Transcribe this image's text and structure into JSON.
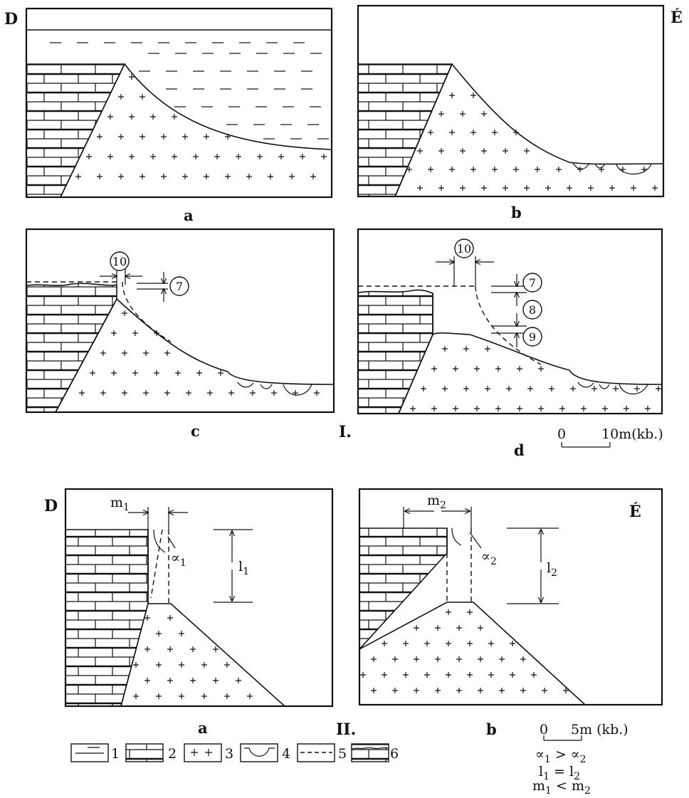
{
  "corners": {
    "top_left": "D",
    "top_right": "É",
    "bottom_left": "D",
    "bottom_right": "É"
  },
  "part_one": {
    "roman": "I.",
    "panels": [
      "a",
      "b",
      "c",
      "d"
    ],
    "callouts": [
      "10",
      "7",
      "10",
      "7",
      "8",
      "9"
    ],
    "scale": {
      "zero": "0",
      "max": "10m(kb.)"
    }
  },
  "part_two": {
    "roman": "II.",
    "panels": [
      "a",
      "b"
    ],
    "labels": {
      "m1": "m",
      "m1_sub": "1",
      "m2": "m",
      "m2_sub": "2",
      "l1": "l",
      "l1_sub": "1",
      "l2": "l",
      "l2_sub": "2",
      "alpha1": "∝",
      "alpha1_sub": "1",
      "alpha2": "∝",
      "alpha2_sub": "2"
    },
    "scale": {
      "zero": "0",
      "max": "5m (kb.)"
    },
    "relations": [
      {
        "left": "∝",
        "lsub": "1",
        "op": " > ",
        "right": "∝",
        "rsub": "2"
      },
      {
        "left": "l",
        "lsub": "1",
        "op": " = ",
        "right": "l",
        "rsub": "2"
      },
      {
        "left": "m",
        "lsub": "1",
        "op": " < ",
        "right": "m",
        "rsub": "2"
      }
    ]
  },
  "legend": [
    "1",
    "2",
    "3",
    "4",
    "5",
    "6"
  ]
}
